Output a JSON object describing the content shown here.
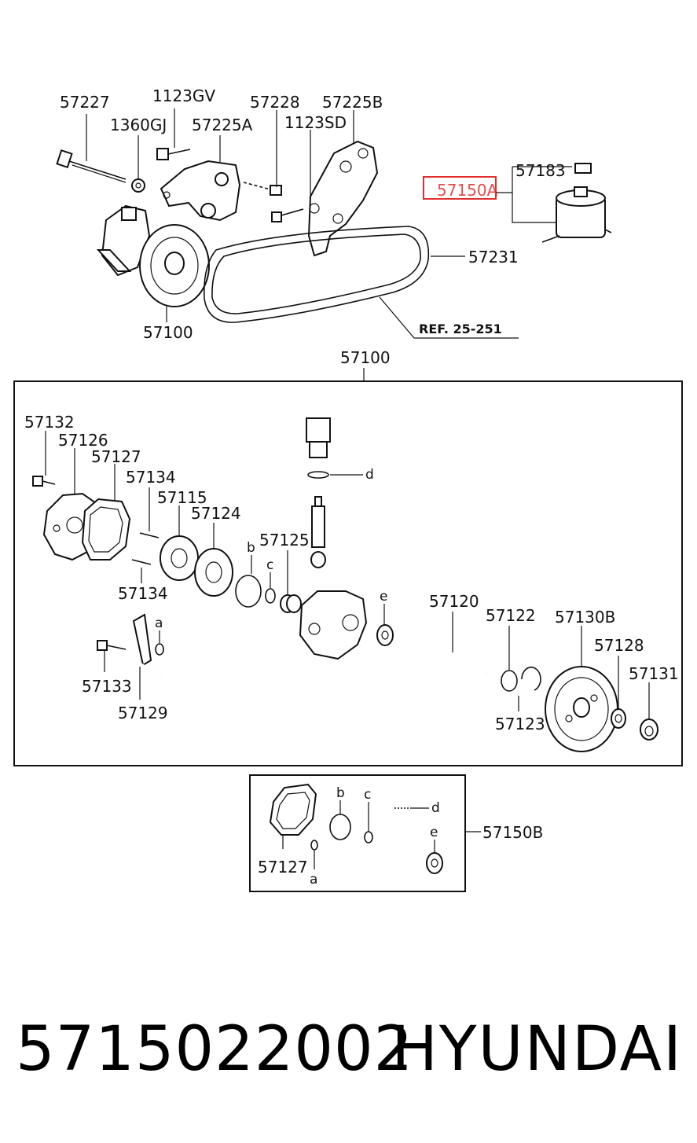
{
  "highlight_color": "#e0302e",
  "callouts_top": {
    "c57227": "57227",
    "c1123GV": "1123GV",
    "c57228": "57228",
    "c57225B": "57225B",
    "c1360GJ": "1360GJ",
    "c57225A": "57225A",
    "c1123SD": "1123SD",
    "c57183": "57183",
    "c57150A": "57150A",
    "c57231": "57231",
    "c57100": "57100",
    "ref": "REF. 25-251"
  },
  "assembly_box": {
    "title": "57100",
    "c57132": "57132",
    "c57126": "57126",
    "c57127": "57127",
    "c57134a": "57134",
    "c57115": "57115",
    "c57124": "57124",
    "c57125": "57125",
    "b": "b",
    "c": "c",
    "d": "d",
    "e": "e",
    "c57134b": "57134",
    "a": "a",
    "c57120": "57120",
    "c57122": "57122",
    "c57130B": "57130B",
    "c57128": "57128",
    "c57131": "57131",
    "c57133": "57133",
    "c57129": "57129",
    "c57123": "57123"
  },
  "kit_box": {
    "c57127": "57127",
    "a": "a",
    "b": "b",
    "c": "c",
    "d": "d",
    "e": "e",
    "c57150B": "57150B"
  },
  "footer": {
    "part_number": "5715022002",
    "brand": "HYUNDAI"
  }
}
